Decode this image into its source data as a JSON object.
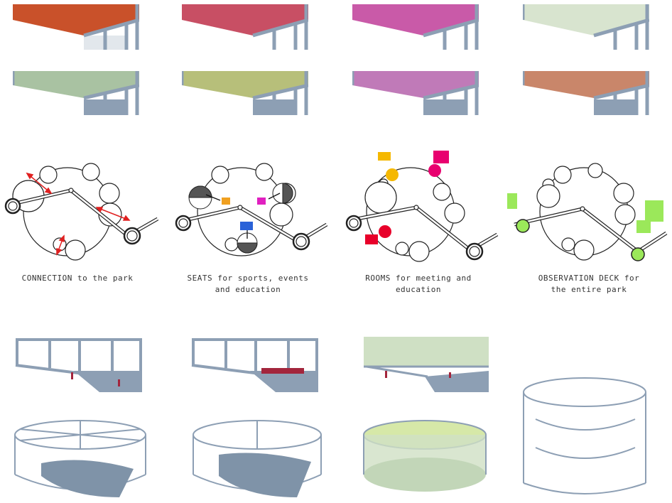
{
  "colors": {
    "structure": "#8d9fb4",
    "structure_dark": "#6f8296",
    "facade_row1": [
      "#c9512a",
      "#c84f64",
      "#c95aa8",
      "#d8e4cf"
    ],
    "facade_row2": [
      "#a9c2a2",
      "#b7bf7a",
      "#c07ab8",
      "#c9866a"
    ],
    "connection_arrow": "#e02020",
    "seats_icon_1": "#f0a020",
    "seats_icon_2": "#e020c0",
    "seats_icon_3": "#2a62d8",
    "rooms_yellow": "#f5b800",
    "rooms_magenta": "#e8006f",
    "rooms_red": "#e8002a",
    "observation_green": "#9be85a",
    "people": "#a3253c"
  },
  "diagrams": [
    {
      "keyword": "CONNECTION",
      "rest": " to the park",
      "line2": ""
    },
    {
      "keyword": "SEATS",
      "rest": " for sports, events",
      "line2": "and education"
    },
    {
      "keyword": "ROOMS",
      "rest": " for meeting and",
      "line2": "education"
    },
    {
      "keyword": "OBSERVATION DECK",
      "rest": " for",
      "line2": "the entire park"
    }
  ],
  "icons": {
    "connection": "double-arrow-icon",
    "seats": "spectator-icon",
    "rooms": "meeting-people-icon",
    "observation": "butterfly-icon"
  }
}
